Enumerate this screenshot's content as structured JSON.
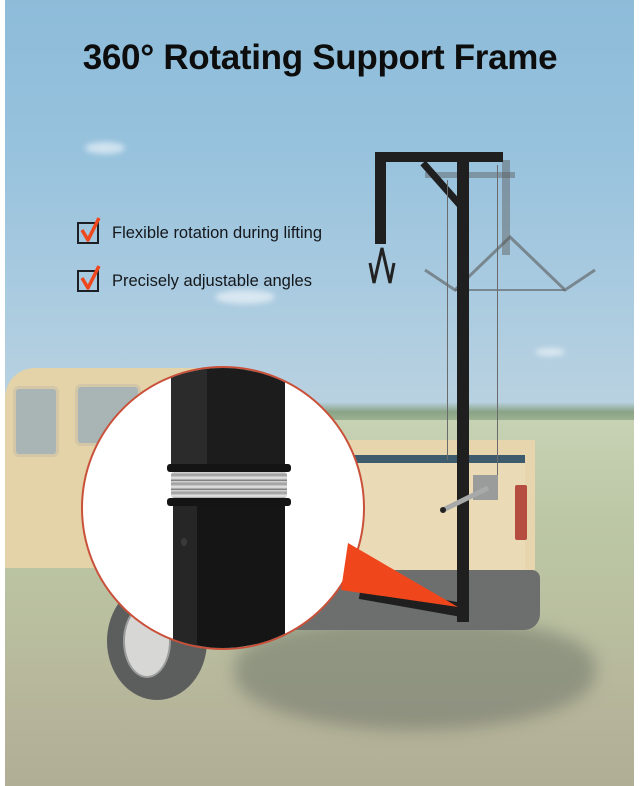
{
  "title": "360° Rotating Support Frame",
  "features": [
    {
      "icon": "checkbox-checked-icon",
      "text": "Flexible rotation during lifting"
    },
    {
      "icon": "checkbox-checked-icon",
      "text": "Precisely adjustable angles"
    }
  ],
  "callout": {
    "type": "zoom-circle",
    "subject": "rotating bearing joint",
    "accent_color": "#f0461c",
    "border_color": "#c9513a"
  },
  "colors": {
    "title_text": "#0d0d0d",
    "check_mark": "#f0461c",
    "check_box": "#1c1f24",
    "sky": "#8dbcd9"
  }
}
